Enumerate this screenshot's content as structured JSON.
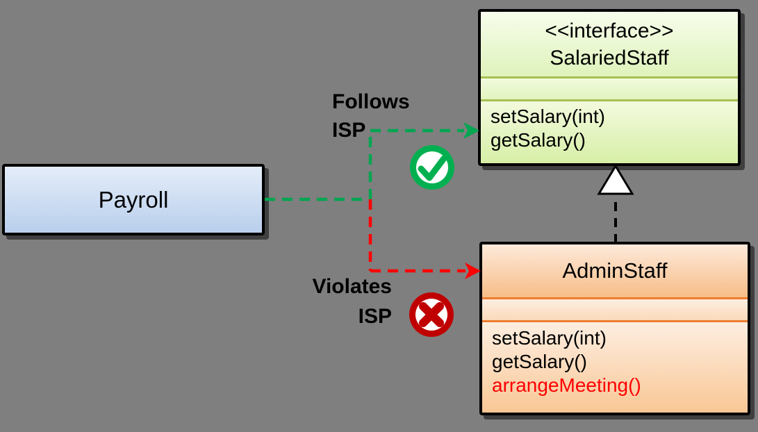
{
  "diagram": {
    "title_semantic": "Interface Segregation Principle UML example",
    "payroll": {
      "name": "Payroll"
    },
    "salaried_staff": {
      "stereotype": "<<interface>>",
      "name": "SalariedStaff",
      "methods": [
        "setSalary(int)",
        "getSalary()"
      ]
    },
    "admin_staff": {
      "name": "AdminStaff",
      "methods": [
        "setSalary(int)",
        "getSalary()",
        "arrangeMeeting()"
      ],
      "violating_method": "arrangeMeeting()"
    },
    "labels": {
      "follows_line1": "Follows",
      "follows_line2": "ISP",
      "violates_line1": "Violates",
      "violates_line2": "ISP"
    },
    "icons": {
      "check": "check-circle",
      "cross": "cross-circle"
    },
    "colors": {
      "background": "#7F7F7F",
      "follows_arrow_green": "#00A651",
      "violates_arrow_red": "#FF0000",
      "check_icon_green": "#00B050",
      "cross_icon_red": "#C00000",
      "violating_method_text": "#FF0000",
      "interface_accent": "#A6BF51",
      "class_accent": "#ED7D31",
      "payroll_fill": "#C6D7EF",
      "interface_fill": "#E5F5C2",
      "admin_fill": "#F9CD9E"
    }
  }
}
